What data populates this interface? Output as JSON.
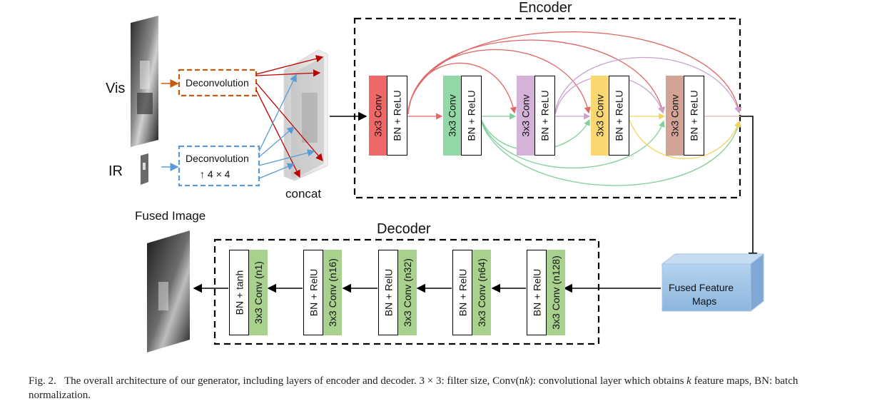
{
  "inputs": {
    "vis_label": "Vis",
    "ir_label": "IR"
  },
  "deconv_vis": {
    "label": "Deconvolution"
  },
  "deconv_ir": {
    "label": "Deconvolution",
    "sublabel": "↑ 4 × 4"
  },
  "concat_label": "concat",
  "encoder": {
    "title": "Encoder",
    "blocks": [
      {
        "conv": "3x3 Conv",
        "norm": "BN + ReLU",
        "color": "#ef6868"
      },
      {
        "conv": "3x3 Conv",
        "norm": "BN + ReLU",
        "color": "#92d8a8"
      },
      {
        "conv": "3x3 Conv",
        "norm": "BN + ReLU",
        "color": "#d5b3d8"
      },
      {
        "conv": "3x3 Conv",
        "norm": "BN + ReLU",
        "color": "#fbd770"
      },
      {
        "conv": "3x3 Conv",
        "norm": "BN + ReLU",
        "color": "#d3a496"
      }
    ]
  },
  "fused_feature_maps": {
    "line1": "Fused Feature",
    "line2": "Maps",
    "color": "#9dc3e6"
  },
  "decoder": {
    "title": "Decoder",
    "blocks": [
      {
        "norm": "BN + tanh",
        "conv": "3x3 Conv (n1)"
      },
      {
        "norm": "BN + RelU",
        "conv": "3x3 Conv (n16)"
      },
      {
        "norm": "BN + RelU",
        "conv": "3x3 Conv (n32)"
      },
      {
        "norm": "BN + RelU",
        "conv": "3x3 Conv (n64)"
      },
      {
        "norm": "BN + RelU",
        "conv": "3x3 Conv (n128)"
      }
    ],
    "conv_color": "#a9d18e"
  },
  "fused_image_label": "Fused Image",
  "caption": {
    "prefix": "Fig. 2.",
    "text1": "The overall architecture of our generator, including layers of encoder and decoder. 3 × 3: filter size, Conv(n",
    "italic1": "k",
    "text2": "): convolutional layer which obtains ",
    "italic2": "k",
    "text3": " feature maps, BN: batch normalization."
  },
  "colors": {
    "deconv_vis_border": "#c55a11",
    "deconv_ir_border": "#5b9bd5",
    "red_skip": "#e06666",
    "green_skip": "#7fcf98",
    "purple_skip": "#c9a0d0",
    "yellow_skip": "#f4d35e",
    "vis_arrow": "#c00000",
    "ir_arrow": "#5b9bd5"
  }
}
